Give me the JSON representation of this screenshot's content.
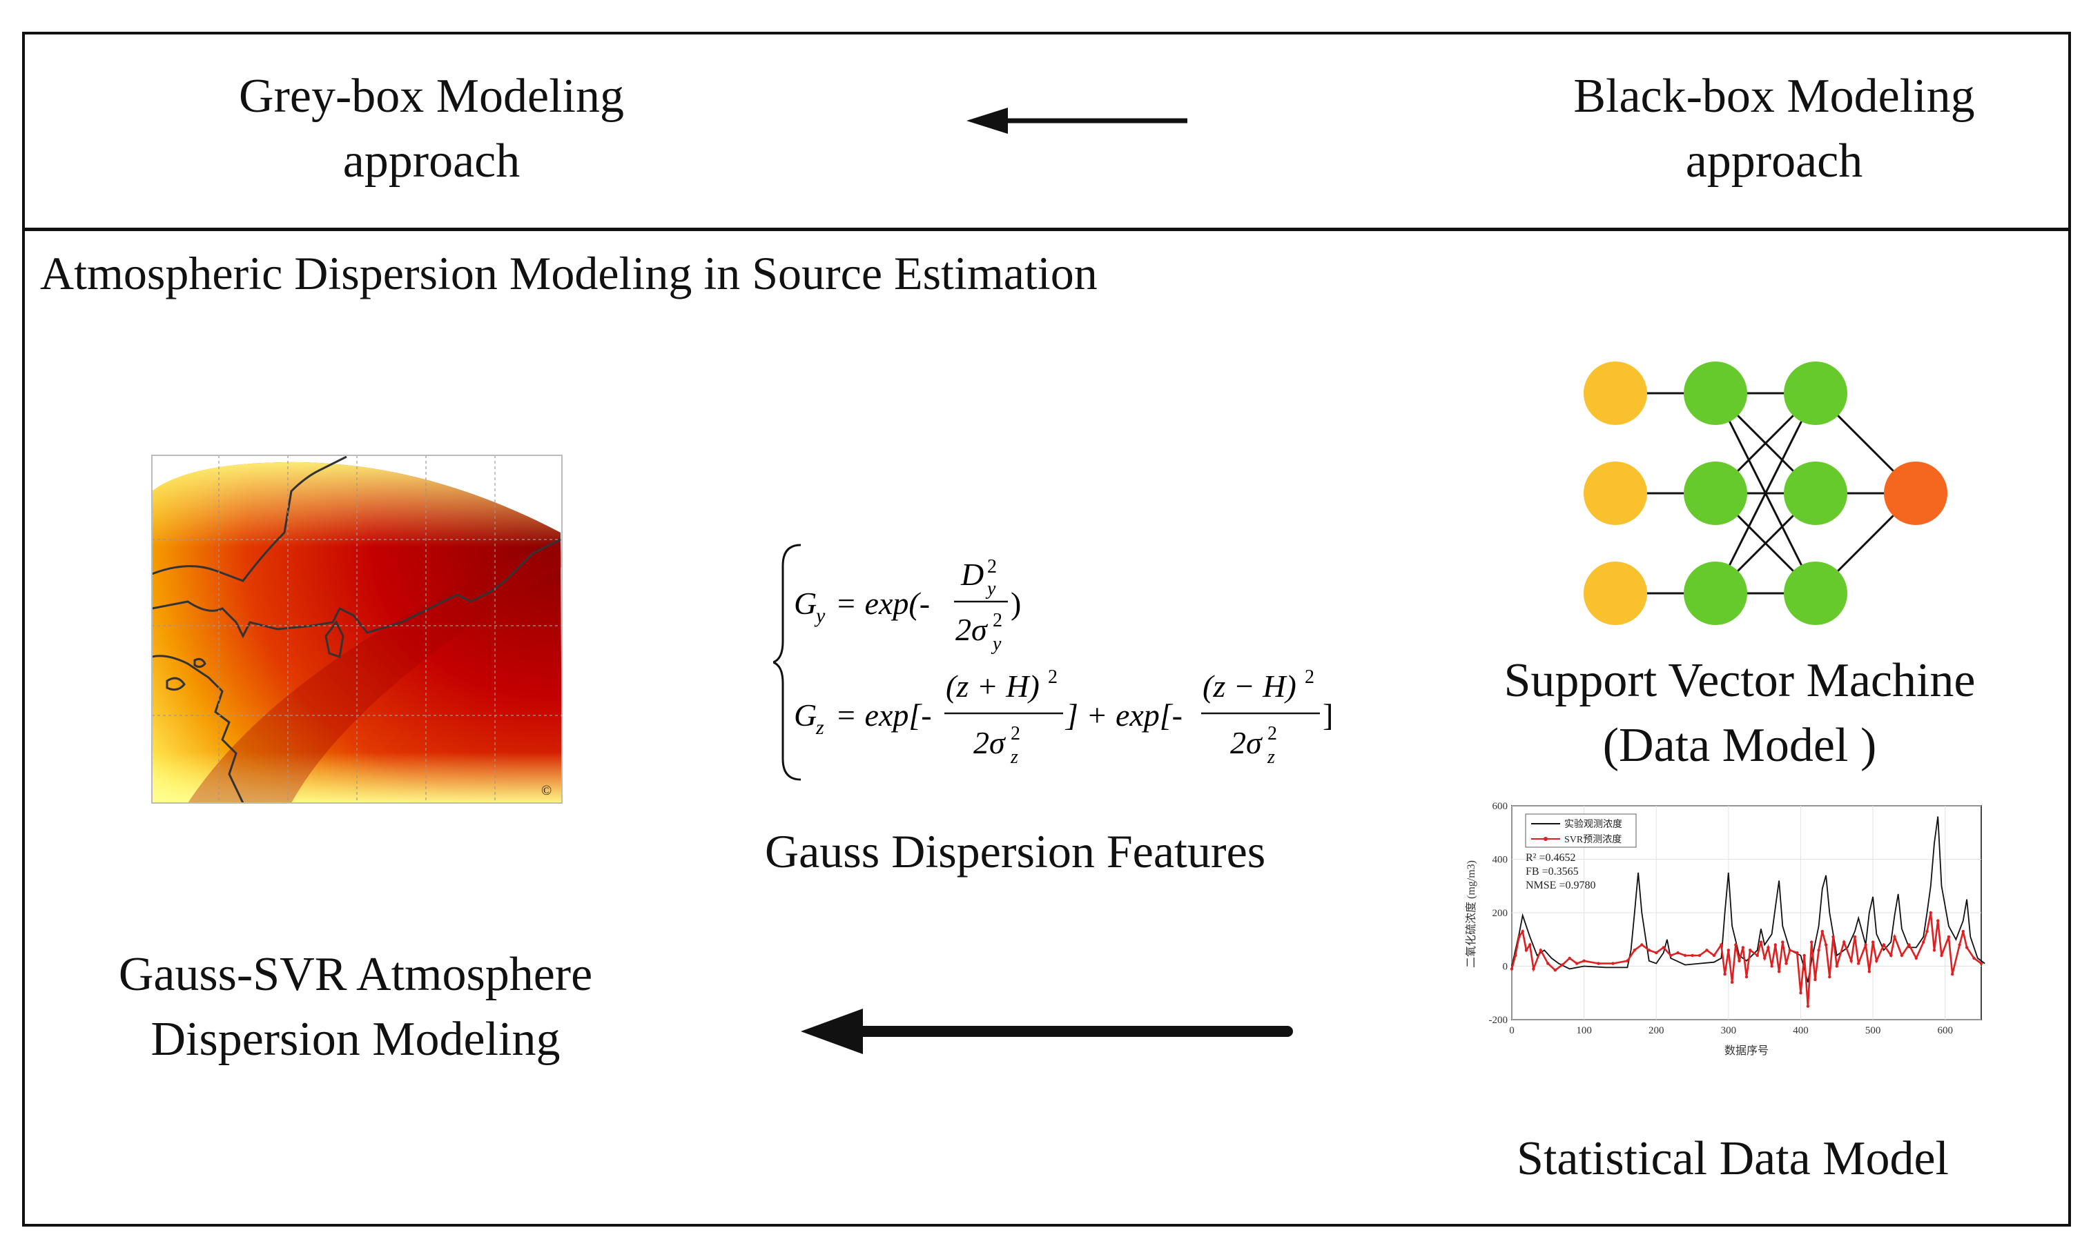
{
  "header": {
    "left_line1": "Grey-box Modeling",
    "left_line2": "approach",
    "right_line1": "Black-box Modeling",
    "right_line2": "approach"
  },
  "section_title": "Atmospheric Dispersion Modeling in Source Estimation",
  "formula": {
    "label": "Gauss Dispersion Features",
    "gy_lhs": "G",
    "gy_sub": "y",
    "gy_eq": "= exp(-",
    "gy_num": "D",
    "gy_num_sup": "2",
    "gy_num_sub": "y",
    "gy_den": "2σ",
    "gy_den_sup": "2",
    "gy_den_sub": "y",
    "gy_close": ")",
    "gz_lhs": "G",
    "gz_sub": "z",
    "gz_eq": "= exp[-",
    "gz_num1": "(z + H)",
    "gz_num_sup": "2",
    "gz_den": "2σ",
    "gz_den_sup": "2",
    "gz_den_sub": "z",
    "gz_mid": "] + exp[-",
    "gz_num2": "(z − H)",
    "gz_close": "]"
  },
  "svm": {
    "label_line1": "Support Vector Machine",
    "label_line2": "(Data Model )",
    "colors": {
      "input": "#f9c12e",
      "hidden": "#66c92c",
      "output": "#f5671e"
    }
  },
  "stat_chart": {
    "label": "Statistical Data Model",
    "legend": [
      "实验观测浓度",
      "SVR预测浓度"
    ],
    "metrics": [
      "R² =0.4652",
      "FB =0.3565",
      "NMSE =0.9780"
    ],
    "ylabel": "二氧化硫浓度 (mg/m3)",
    "xlabel": "数据序号",
    "y_ticks": [
      "600",
      "400",
      "200",
      "0",
      "-200"
    ],
    "x_ticks": [
      "0",
      "100",
      "200",
      "300",
      "400",
      "500",
      "600"
    ]
  },
  "result_label_line1": "Gauss-SVR Atmosphere",
  "result_label_line2": "Dispersion Modeling",
  "map_copyright": "©",
  "chart_data": {
    "type": "line",
    "xlabel": "数据序号",
    "ylabel": "二氧化硫浓度 (mg/m3)",
    "xlim": [
      0,
      650
    ],
    "ylim": [
      -200,
      600
    ],
    "series": [
      {
        "name": "实验观测浓度",
        "color": "#111111",
        "points": [
          [
            0,
            0
          ],
          [
            10,
            120
          ],
          [
            15,
            190
          ],
          [
            25,
            110
          ],
          [
            35,
            40
          ],
          [
            45,
            60
          ],
          [
            55,
            30
          ],
          [
            65,
            10
          ],
          [
            80,
            -10
          ],
          [
            100,
            0
          ],
          [
            130,
            -5
          ],
          [
            160,
            -5
          ],
          [
            165,
            60
          ],
          [
            170,
            200
          ],
          [
            175,
            350
          ],
          [
            180,
            200
          ],
          [
            190,
            20
          ],
          [
            200,
            10
          ],
          [
            210,
            50
          ],
          [
            215,
            100
          ],
          [
            220,
            30
          ],
          [
            240,
            5
          ],
          [
            260,
            10
          ],
          [
            280,
            15
          ],
          [
            290,
            30
          ],
          [
            295,
            200
          ],
          [
            300,
            350
          ],
          [
            305,
            150
          ],
          [
            315,
            40
          ],
          [
            325,
            20
          ],
          [
            340,
            60
          ],
          [
            345,
            140
          ],
          [
            350,
            80
          ],
          [
            360,
            120
          ],
          [
            365,
            220
          ],
          [
            370,
            320
          ],
          [
            375,
            150
          ],
          [
            385,
            60
          ],
          [
            400,
            40
          ],
          [
            410,
            -60
          ],
          [
            415,
            20
          ],
          [
            425,
            150
          ],
          [
            430,
            290
          ],
          [
            435,
            340
          ],
          [
            440,
            200
          ],
          [
            450,
            40
          ],
          [
            465,
            70
          ],
          [
            475,
            130
          ],
          [
            480,
            180
          ],
          [
            490,
            80
          ],
          [
            495,
            200
          ],
          [
            500,
            260
          ],
          [
            505,
            120
          ],
          [
            515,
            60
          ],
          [
            525,
            90
          ],
          [
            530,
            190
          ],
          [
            535,
            270
          ],
          [
            540,
            140
          ],
          [
            550,
            70
          ],
          [
            560,
            70
          ],
          [
            570,
            110
          ],
          [
            575,
            200
          ],
          [
            580,
            300
          ],
          [
            585,
            460
          ],
          [
            590,
            560
          ],
          [
            595,
            300
          ],
          [
            605,
            150
          ],
          [
            615,
            100
          ],
          [
            625,
            170
          ],
          [
            630,
            250
          ],
          [
            635,
            110
          ],
          [
            645,
            30
          ],
          [
            655,
            10
          ]
        ]
      },
      {
        "name": "SVR预测浓度",
        "color": "#e02020",
        "points": [
          [
            0,
            -10
          ],
          [
            5,
            40
          ],
          [
            10,
            110
          ],
          [
            15,
            130
          ],
          [
            20,
            60
          ],
          [
            25,
            80
          ],
          [
            30,
            -10
          ],
          [
            40,
            60
          ],
          [
            50,
            10
          ],
          [
            60,
            -15
          ],
          [
            70,
            5
          ],
          [
            80,
            30
          ],
          [
            90,
            10
          ],
          [
            100,
            20
          ],
          [
            120,
            10
          ],
          [
            140,
            10
          ],
          [
            160,
            20
          ],
          [
            170,
            60
          ],
          [
            180,
            80
          ],
          [
            190,
            60
          ],
          [
            200,
            50
          ],
          [
            210,
            70
          ],
          [
            220,
            40
          ],
          [
            230,
            50
          ],
          [
            240,
            40
          ],
          [
            250,
            40
          ],
          [
            260,
            40
          ],
          [
            270,
            60
          ],
          [
            280,
            40
          ],
          [
            290,
            80
          ],
          [
            295,
            -30
          ],
          [
            300,
            60
          ],
          [
            305,
            -60
          ],
          [
            310,
            80
          ],
          [
            315,
            20
          ],
          [
            320,
            70
          ],
          [
            325,
            -40
          ],
          [
            330,
            60
          ],
          [
            340,
            40
          ],
          [
            345,
            90
          ],
          [
            350,
            30
          ],
          [
            355,
            70
          ],
          [
            360,
            0
          ],
          [
            365,
            80
          ],
          [
            370,
            -20
          ],
          [
            375,
            90
          ],
          [
            380,
            10
          ],
          [
            385,
            60
          ],
          [
            395,
            50
          ],
          [
            400,
            -100
          ],
          [
            405,
            40
          ],
          [
            410,
            -150
          ],
          [
            415,
            90
          ],
          [
            420,
            -50
          ],
          [
            425,
            60
          ],
          [
            430,
            130
          ],
          [
            435,
            80
          ],
          [
            440,
            -40
          ],
          [
            445,
            110
          ],
          [
            450,
            0
          ],
          [
            460,
            90
          ],
          [
            470,
            20
          ],
          [
            475,
            110
          ],
          [
            480,
            10
          ],
          [
            490,
            80
          ],
          [
            495,
            -20
          ],
          [
            500,
            90
          ],
          [
            505,
            20
          ],
          [
            515,
            80
          ],
          [
            525,
            40
          ],
          [
            530,
            110
          ],
          [
            540,
            40
          ],
          [
            550,
            80
          ],
          [
            560,
            30
          ],
          [
            570,
            90
          ],
          [
            575,
            130
          ],
          [
            580,
            200
          ],
          [
            585,
            60
          ],
          [
            590,
            170
          ],
          [
            595,
            40
          ],
          [
            605,
            110
          ],
          [
            610,
            -30
          ],
          [
            620,
            80
          ],
          [
            625,
            130
          ],
          [
            630,
            70
          ],
          [
            640,
            30
          ],
          [
            650,
            10
          ]
        ]
      }
    ]
  }
}
